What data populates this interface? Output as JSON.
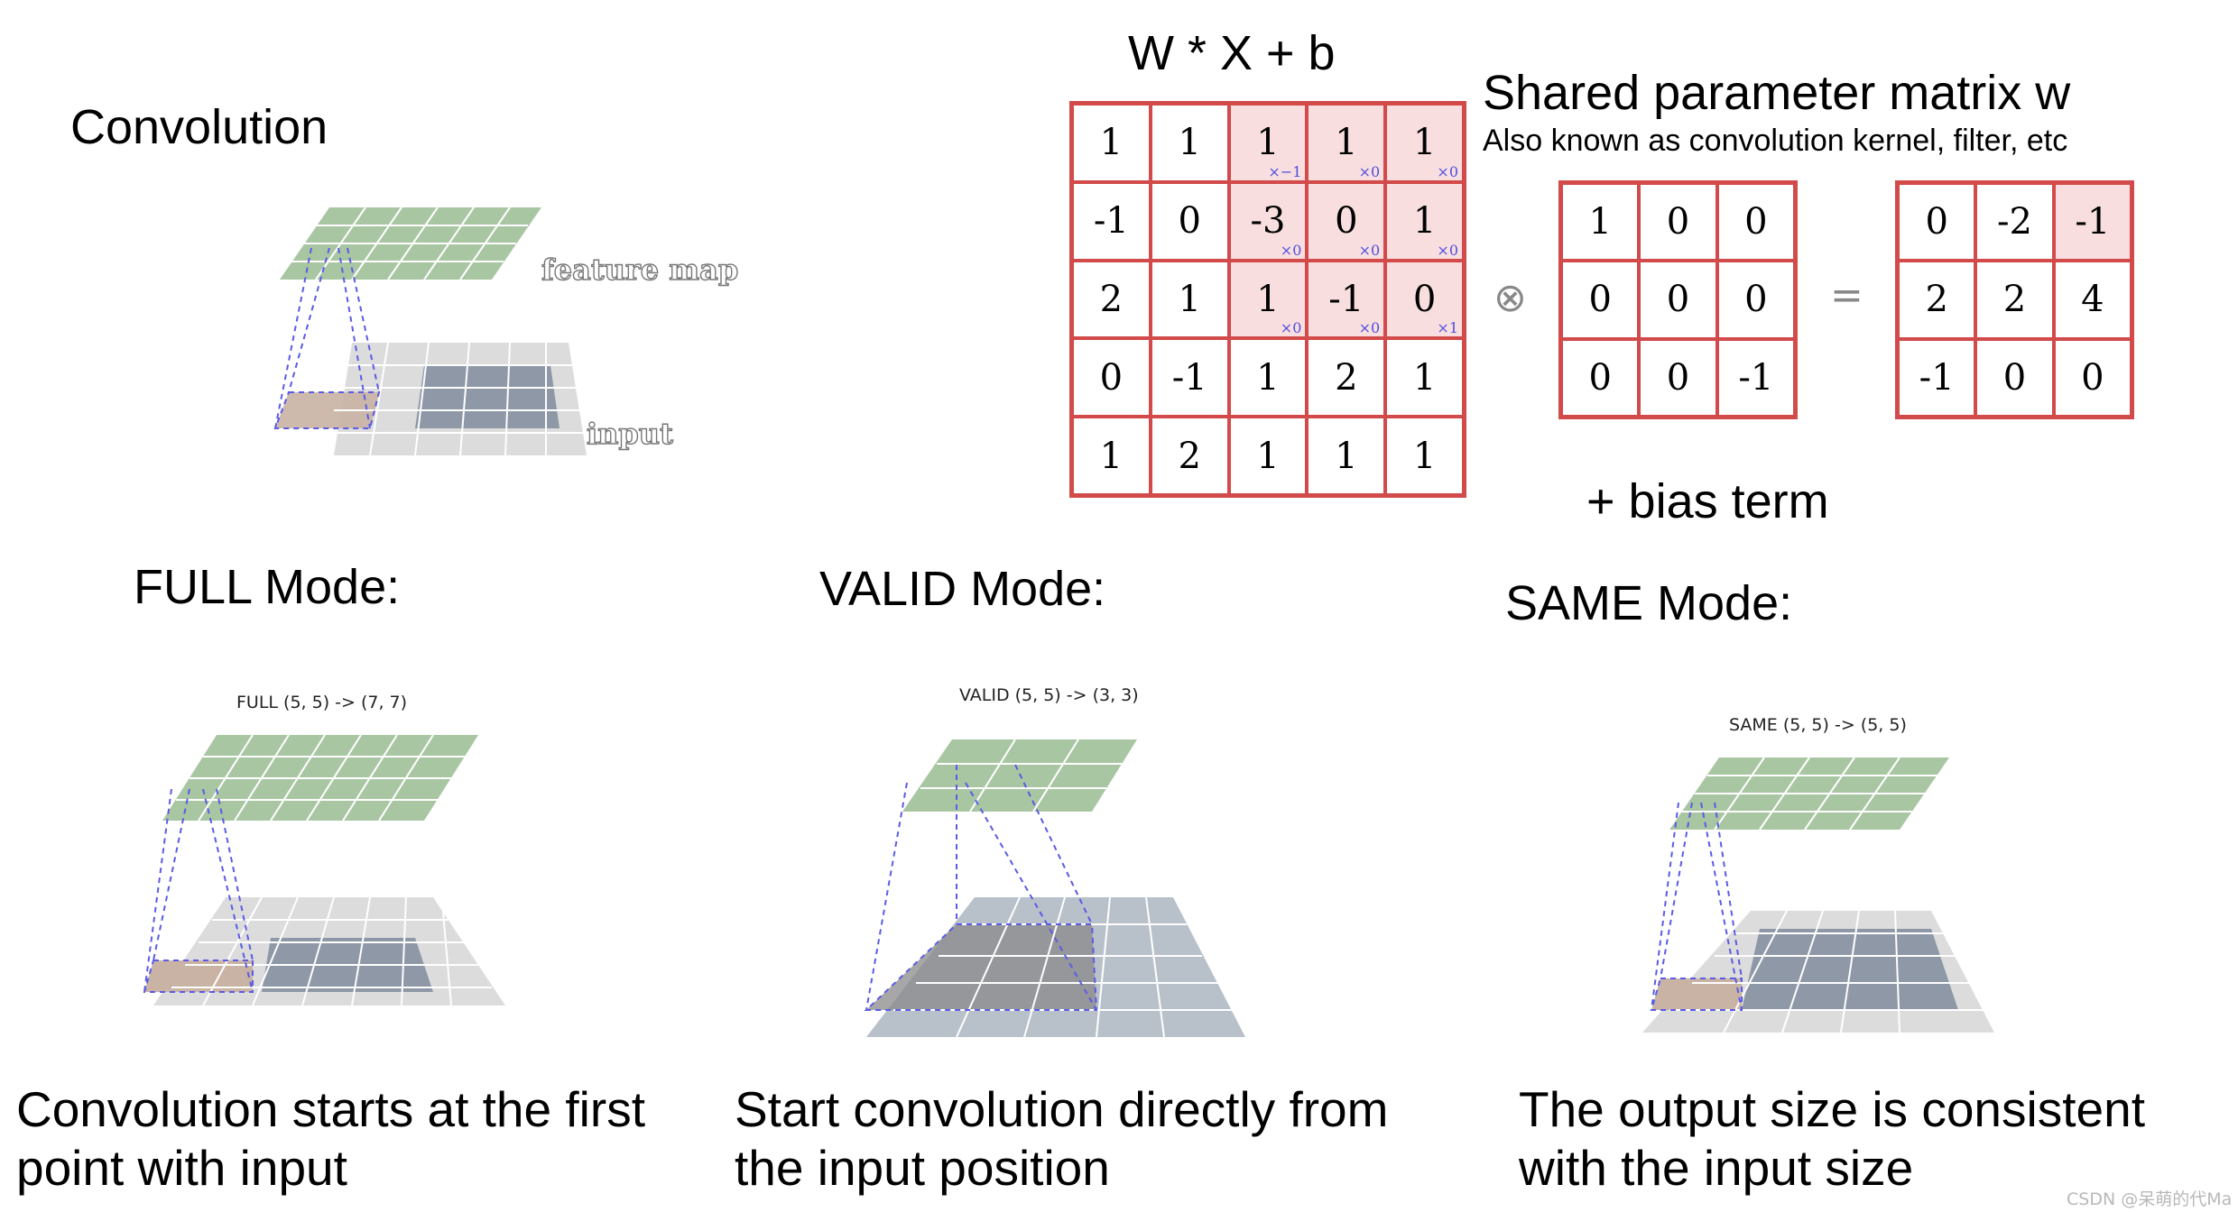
{
  "title": "Convolution",
  "formula": "W * X + b",
  "shared": {
    "title": "Shared parameter matrix w",
    "subtitle": "Also known as convolution kernel, filter, etc"
  },
  "bias": "+ bias term",
  "operators": {
    "conv": "⊗",
    "equals": "="
  },
  "input_matrix": [
    [
      "1",
      "1",
      "1",
      "1",
      "1"
    ],
    [
      "-1",
      "0",
      "-3",
      "0",
      "1"
    ],
    [
      "2",
      "1",
      "1",
      "-1",
      "0"
    ],
    [
      "0",
      "-1",
      "1",
      "2",
      "1"
    ],
    [
      "1",
      "2",
      "1",
      "1",
      "1"
    ]
  ],
  "multipliers": [
    [
      "",
      "",
      "×−1",
      "×0",
      "×0"
    ],
    [
      "",
      "",
      "×0",
      "×0",
      "×0"
    ],
    [
      "",
      "",
      "×0",
      "×0",
      "×1"
    ],
    [
      "",
      "",
      "",
      "",
      ""
    ],
    [
      "",
      "",
      "",
      "",
      ""
    ]
  ],
  "kernel_matrix": [
    [
      "1",
      "0",
      "0"
    ],
    [
      "0",
      "0",
      "0"
    ],
    [
      "0",
      "0",
      "-1"
    ]
  ],
  "output_matrix": [
    [
      "0",
      "-2",
      "-1"
    ],
    [
      "2",
      "2",
      "4"
    ],
    [
      "-1",
      "0",
      "0"
    ]
  ],
  "figure_labels": {
    "feature_map": "feature map",
    "input": "input"
  },
  "modes": {
    "full": {
      "heading": "FULL Mode:",
      "subcaption": "FULL (5, 5) -> (7, 7)",
      "caption": "Convolution starts at the first point with input"
    },
    "valid": {
      "heading": "VALID Mode:",
      "subcaption": "VALID (5, 5) -> (3, 3)",
      "caption": "Start convolution directly from the input position"
    },
    "same": {
      "heading": "SAME Mode:",
      "subcaption": "SAME (5, 5) -> (5, 5)",
      "caption": "The output size is consistent with the input size"
    }
  },
  "watermark": "CSDN @呆萌的代Ma",
  "colors": {
    "grid_red": "#d24a4a",
    "highlight": "#f8dede",
    "feature_map_green": "#a9c6a3",
    "input_grey": "#d6d6d6",
    "input_dark": "#8e98a6",
    "kernel_brown": "#c9b3a4",
    "dashed_blue": "#5b5be6"
  }
}
